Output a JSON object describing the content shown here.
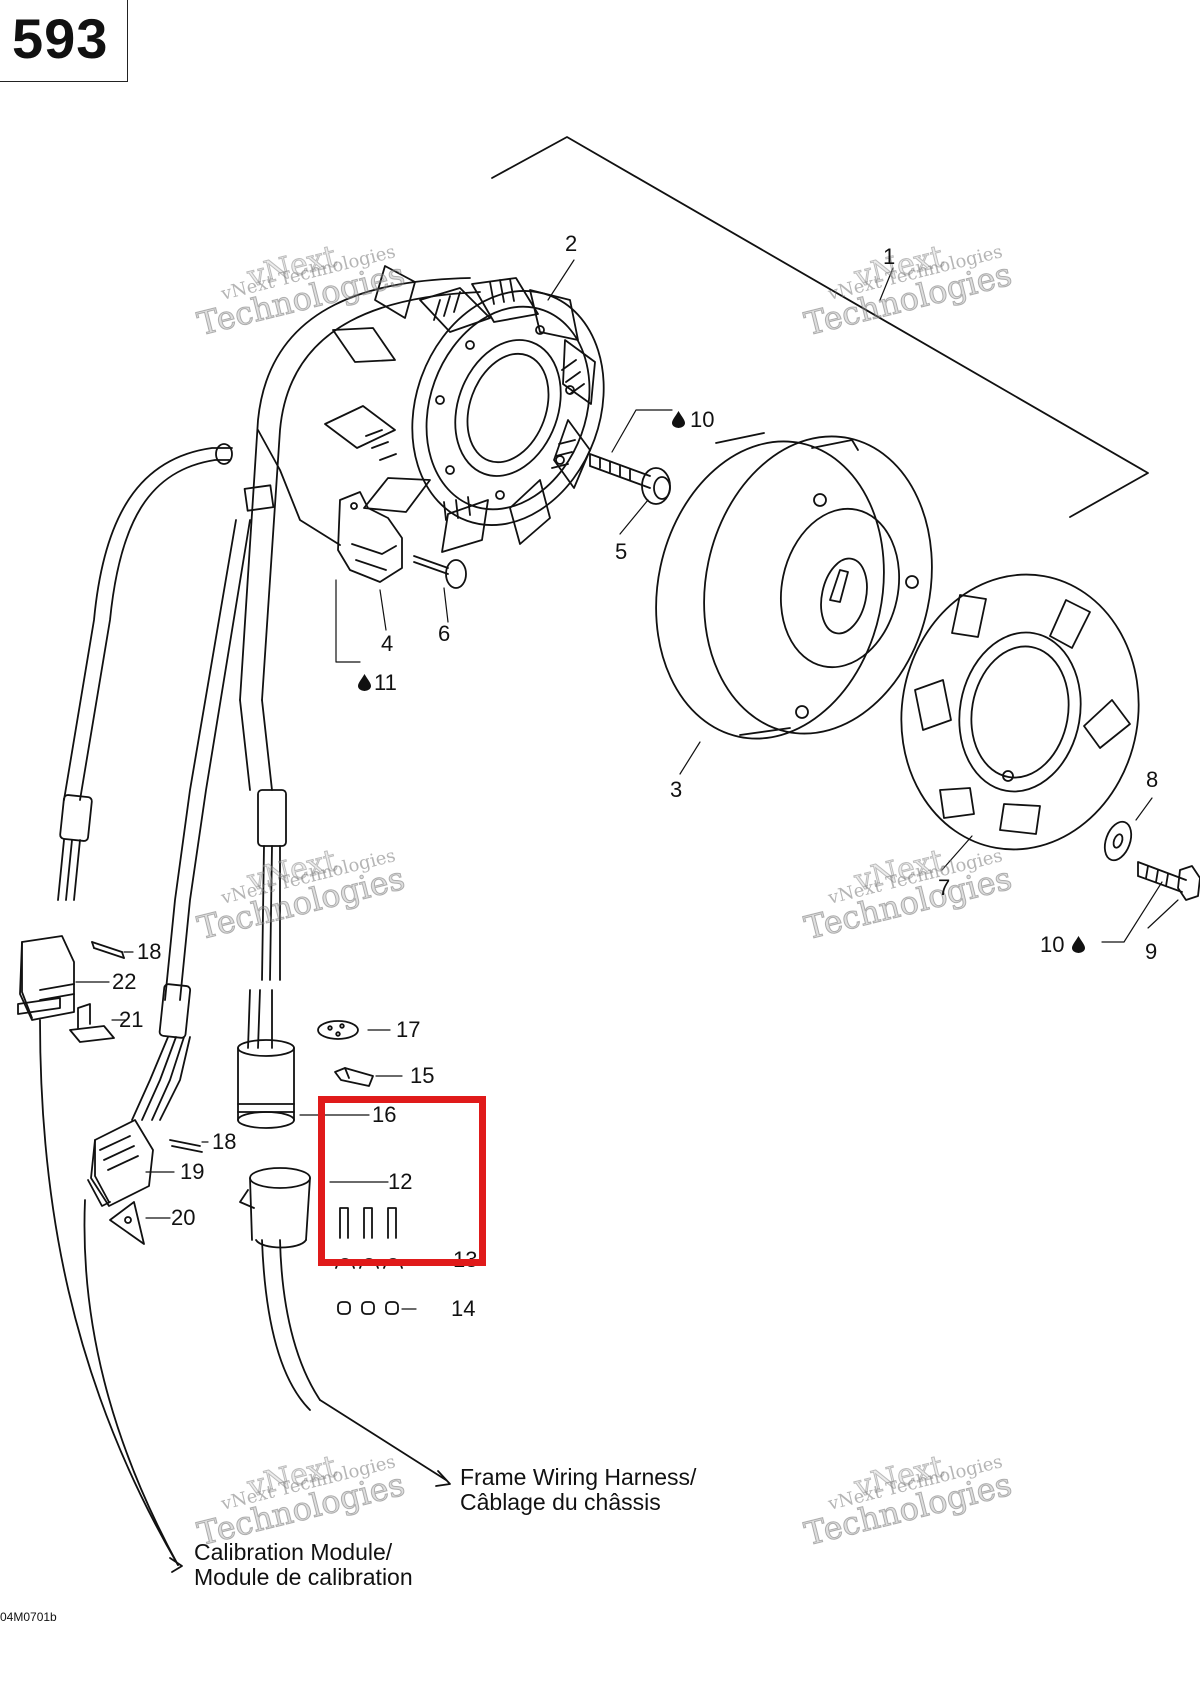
{
  "page_number": "593",
  "figure_id": "04M0701b",
  "callouts": {
    "c1": "1",
    "c2": "2",
    "c3": "3",
    "c4": "4",
    "c5": "5",
    "c6": "6",
    "c7": "7",
    "c8": "8",
    "c9": "9",
    "c10a": "10",
    "c10b": "10",
    "c11": "11",
    "c12": "12",
    "c13": "13",
    "c14": "14",
    "c15": "15",
    "c16": "16",
    "c17": "17",
    "c18a": "18",
    "c18b": "18",
    "c19": "19",
    "c20": "20",
    "c21": "21",
    "c22": "22"
  },
  "notes": {
    "frame_harness_line1": "Frame Wiring Harness/",
    "frame_harness_line2": "Câblage du châssis",
    "calibration_line1": "Calibration Module/",
    "calibration_line2": "Module de calibration"
  },
  "watermark": {
    "line0": "vNext",
    "line1": "vNext Technologies",
    "line2": "Technologies"
  },
  "colors": {
    "highlight": "#e01a1a",
    "ink": "#111111"
  }
}
